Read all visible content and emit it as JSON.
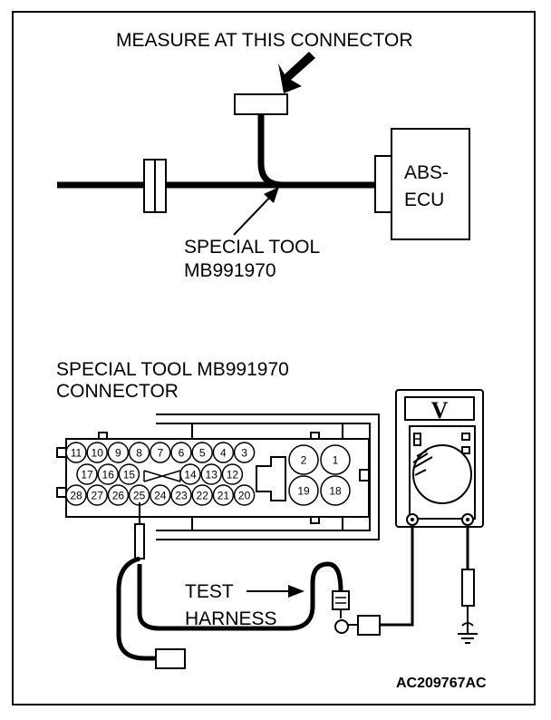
{
  "labels": {
    "measure": "MEASURE AT THIS CONNECTOR",
    "abs_ecu_line1": "ABS-",
    "abs_ecu_line2": "ECU",
    "special_tool_line1": "SPECIAL TOOL",
    "special_tool_line2": "MB991970",
    "connector_line1": "SPECIAL TOOL MB991970",
    "connector_line2": "CONNECTOR",
    "test_line1": "TEST",
    "test_line2": "HARNESS",
    "voltmeter": "V",
    "doc_id": "AC209767AC"
  },
  "connector_pins": {
    "row1": [
      "11",
      "10",
      "9",
      "8",
      "7",
      "6",
      "5",
      "4",
      "3"
    ],
    "row2": [
      "17",
      "16",
      "15",
      "14",
      "13",
      "12"
    ],
    "row3": [
      "28",
      "27",
      "26",
      "25",
      "24",
      "23",
      "22",
      "21",
      "20"
    ],
    "large": [
      "2",
      "1",
      "19",
      "18"
    ]
  },
  "icons": [
    "arrow-icon",
    "ground-icon",
    "voltmeter-icon"
  ]
}
